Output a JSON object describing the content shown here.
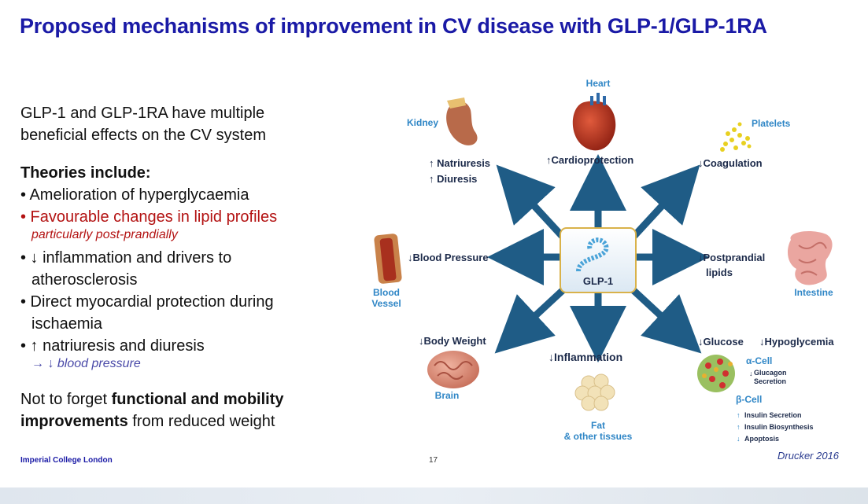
{
  "title": "Proposed mechanisms of improvement in CV disease with GLP-1/GLP-1RA",
  "left": {
    "intro": "GLP-1 and GLP-1RA have multiple beneficial effects on the CV system",
    "theories_heading": "Theories include:",
    "bullets": [
      {
        "text": "• Amelioration of hyperglycaemia"
      },
      {
        "text": "• Favourable changes in lipid profiles",
        "sub": "particularly post-prandially"
      },
      {
        "text": "• ↓ inflammation and drivers to",
        "cont": "atherosclerosis"
      },
      {
        "text": "• Direct myocardial protection during",
        "cont": "ischaemia"
      },
      {
        "text": "• ↑ natriuresis and diuresis",
        "sub": "→ ↓ blood pressure"
      }
    ],
    "outro_bold1": "Not to forget ",
    "outro_bold2": "functional and mobility",
    "outro_bold3": "improvements",
    "outro_rest": " from reduced weight"
  },
  "diagram": {
    "center": "GLP-1",
    "organs": {
      "heart": "Heart",
      "kidney": "Kidney",
      "platelets": "Platelets",
      "vessel_line1": "Blood",
      "vessel_line2": "Vessel",
      "intestine": "Intestine",
      "brain": "Brain",
      "fat_line1": "Fat",
      "fat_line2": "& other tissues"
    },
    "effects": {
      "cardio": "↑Cardioprotection",
      "natri": "↑ Natriuresis",
      "diur": "↑ Diuresis",
      "coag": "↓Coagulation",
      "bp": "↓Blood Pressure",
      "pp1": "↓Postprandial",
      "pp2": "lipids",
      "bw": "↓Body Weight",
      "infl": "↓Inflammation",
      "glucose": "↓Glucose",
      "hypo": "↓Hypoglycemia"
    },
    "cells": {
      "alpha": "α-Cell",
      "glucagon1": "Glucagon",
      "glucagon2": "Secretion",
      "beta": "β-Cell",
      "ins_sec": "Insulin Secretion",
      "ins_bio": "Insulin Biosynthesis",
      "apop": "Apoptosis"
    }
  },
  "footer": {
    "institution": "Imperial College London",
    "page": "17",
    "citation": "Drucker 2016"
  },
  "colors": {
    "title": "#1a1aa6",
    "red": "#b31212",
    "arrow": "#1f5c86",
    "organ_label": "#2f86c6"
  }
}
